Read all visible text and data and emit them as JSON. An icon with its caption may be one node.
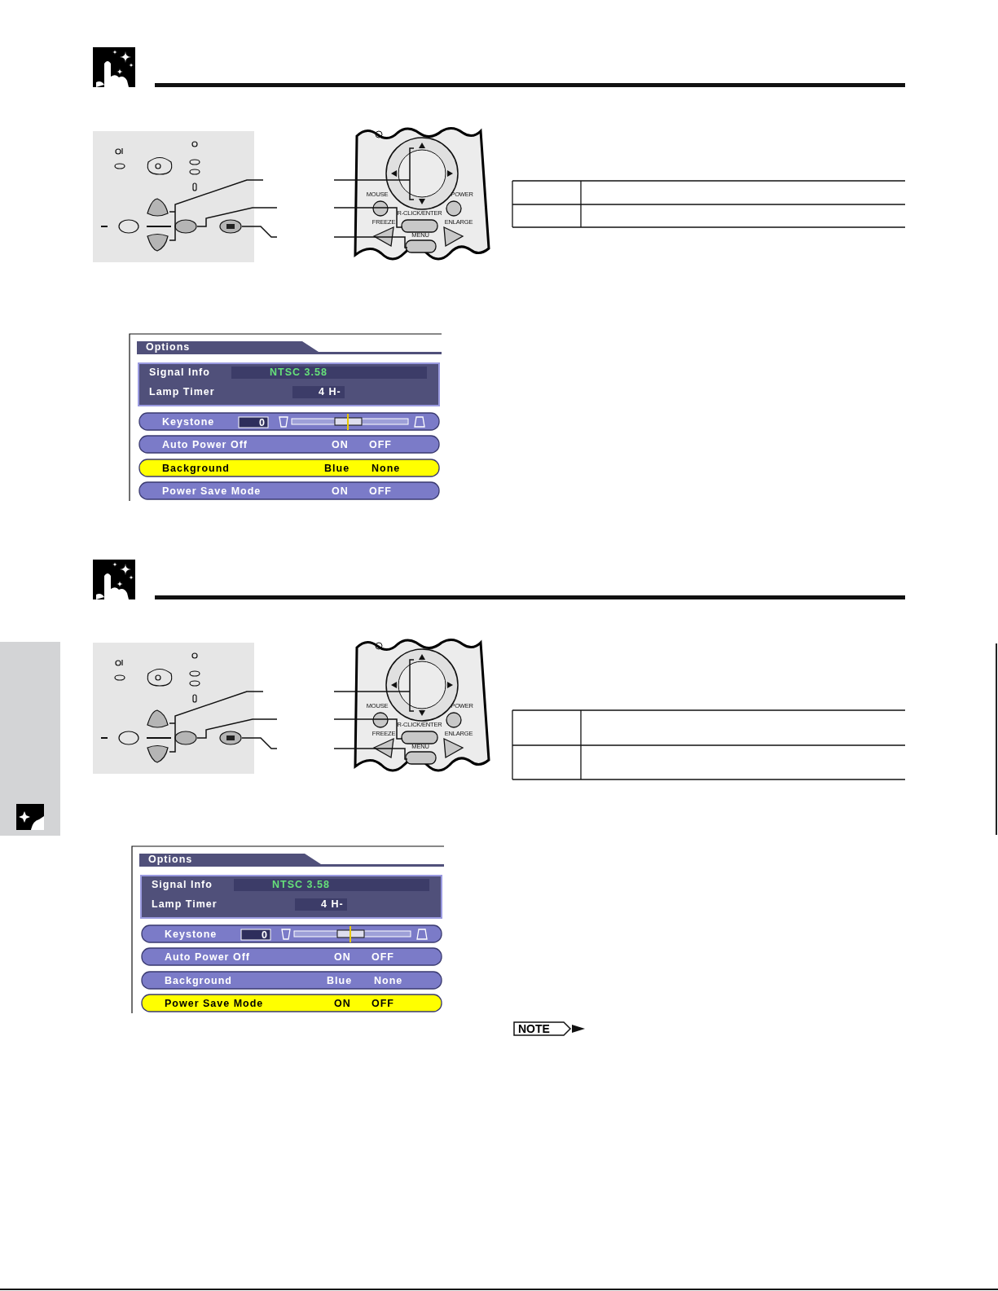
{
  "diagram": {
    "labels": [
      "MOUSE",
      "POWER",
      "R-CLICK/ENTER",
      "FREEZE",
      "ENLARGE",
      "MENU",
      "Options",
      "Signal Info",
      "NTSC 3.58",
      "Lamp Timer",
      "4 H-",
      "Keystone",
      "0",
      "Auto Power Off",
      "ON",
      "OFF",
      "Background",
      "Blue",
      "None",
      "Power Save Mode",
      "ON",
      "OFF",
      "MOUSE",
      "POWER",
      "R-CLICK/ENTER",
      "FREEZE",
      "ENLARGE",
      "MENU",
      "Options",
      "Signal Info",
      "NTSC 3.58",
      "Lamp Timer",
      "4 H-",
      "Keystone",
      "0",
      "Auto Power Off",
      "ON",
      "OFF",
      "Background",
      "Blue",
      "None",
      "Power Save Mode",
      "ON",
      "OFF",
      "NOTE"
    ]
  }
}
